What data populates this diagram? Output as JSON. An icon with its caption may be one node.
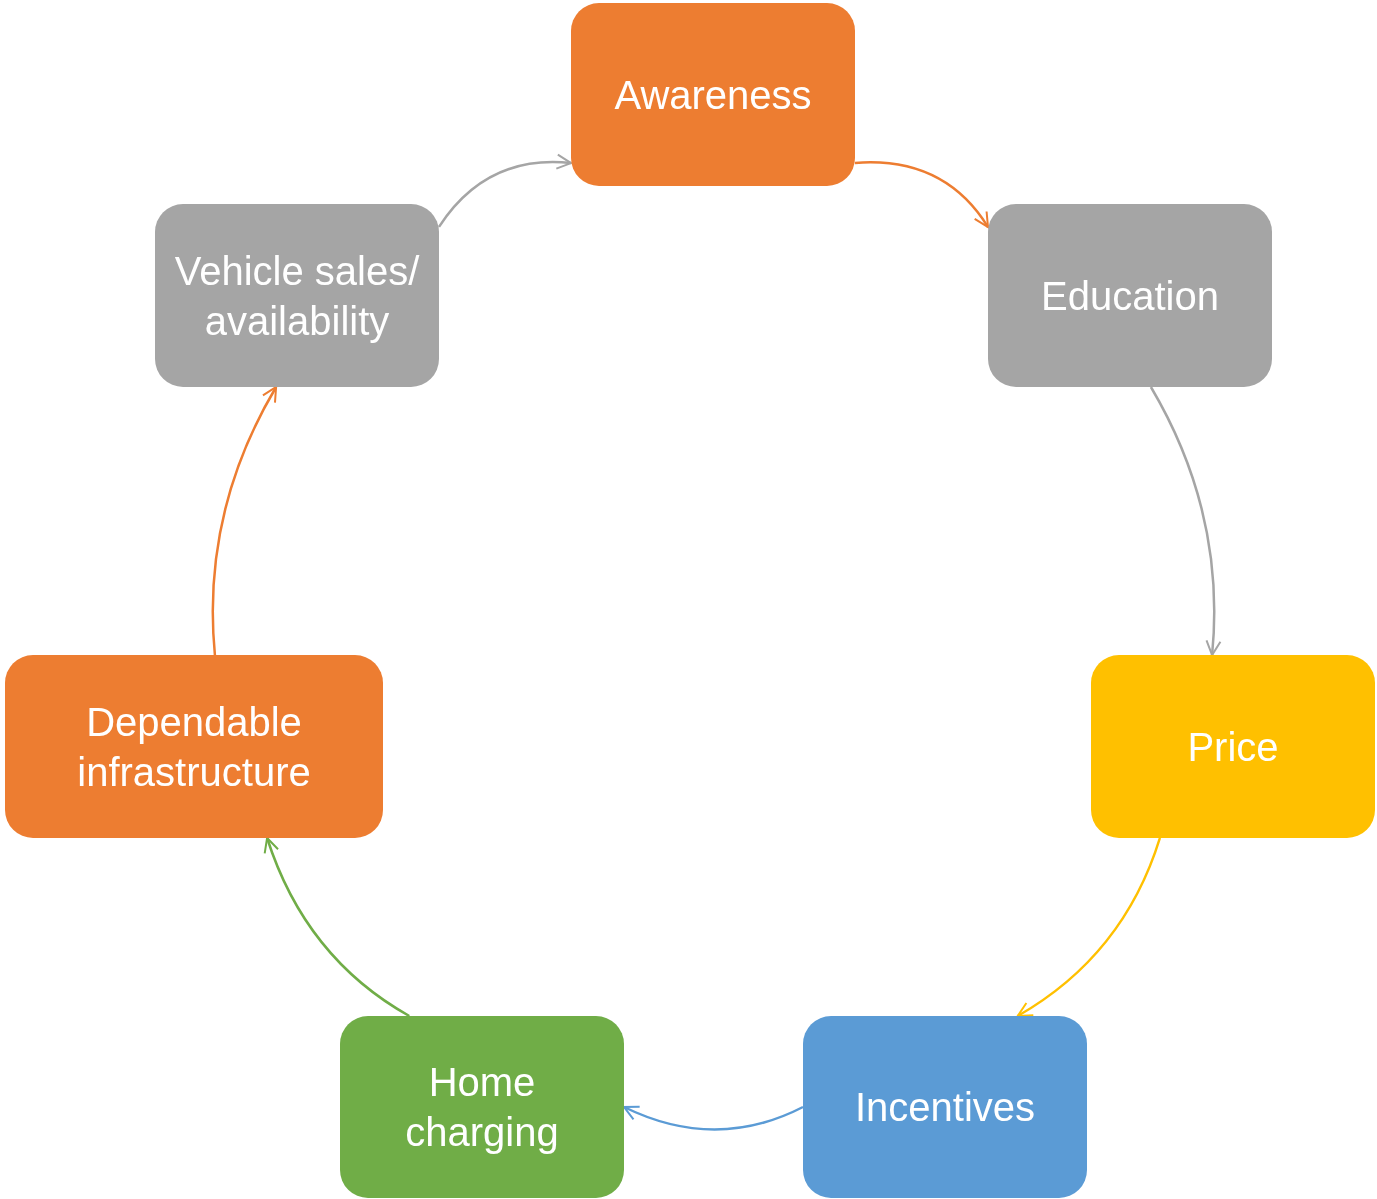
{
  "diagram": {
    "nodes": [
      {
        "text": [
          "Awareness"
        ]
      },
      {
        "text": [
          "Education"
        ]
      },
      {
        "text": [
          "Price"
        ]
      },
      {
        "text": [
          "Incentives"
        ]
      },
      {
        "text": [
          "Home charging"
        ]
      },
      {
        "text": [
          "Dependable infrastructure"
        ]
      },
      {
        "text": [
          "Vehicle sales/ availability"
        ]
      }
    ],
    "edges": [
      {
        "from": 0,
        "to": 1,
        "arrow": "to",
        "color": "#ed7d31"
      },
      {
        "from": 1,
        "to": 2,
        "arrow": "to",
        "color": "#a5a5a5"
      },
      {
        "from": 2,
        "to": 3,
        "arrow": "to",
        "color": "#ffc000"
      },
      {
        "from": 3,
        "to": 4,
        "arrow": "to",
        "color": "#5b9bd5"
      },
      {
        "from": 4,
        "to": 5,
        "arrow": "to",
        "color": "#70ad47"
      },
      {
        "from": 5,
        "to": 6,
        "arrow": "to",
        "color": "#ed7d31"
      },
      {
        "from": 6,
        "to": 0,
        "arrow": "to",
        "color": "#a5a5a5"
      }
    ]
  }
}
